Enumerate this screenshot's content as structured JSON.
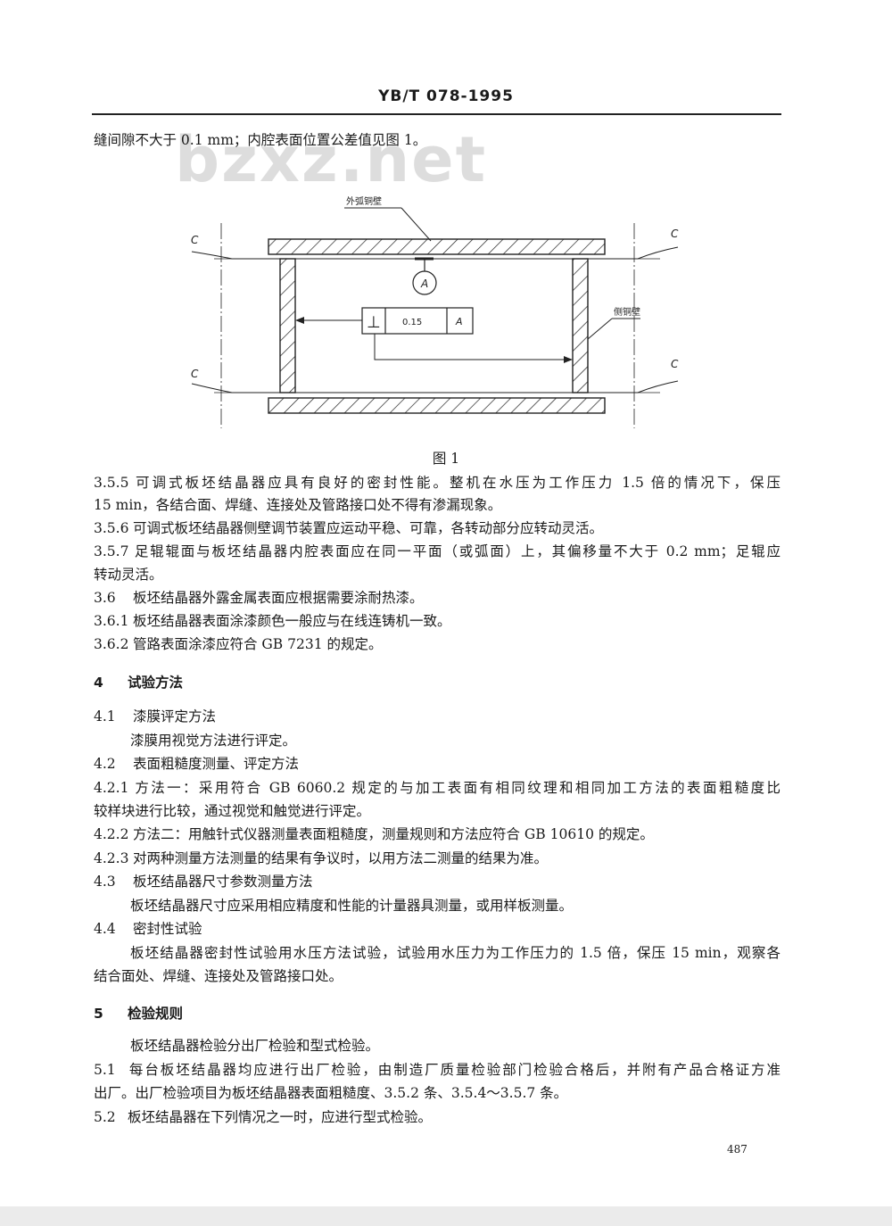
{
  "header": {
    "title": "YB/T 078-1995"
  },
  "watermark": "bzxz.net",
  "intro_line": "缝间隙不大于 0.1 mm；内腔表面位置公差值见图 1。",
  "figure": {
    "label_outer_wall": "外弧铜壁",
    "label_side_wall": "侧铜壁",
    "label_c": "C",
    "datum": "A",
    "perp_symbol": "⊥",
    "tolerance": "0.15",
    "caption": "图 1"
  },
  "paragraphs": [
    {
      "num": "3.5.5",
      "text": "可调式板坯结晶器应具有良好的密封性能。整机在水压为工作压力 1.5 倍的情况下，保压"
    },
    {
      "num": "",
      "text": "15 min，各结合面、焊缝、连接处及管路接口处不得有渗漏现象。"
    },
    {
      "num": "3.5.6",
      "text": "可调式板坯结晶器侧壁调节装置应运动平稳、可靠，各转动部分应转动灵活。"
    },
    {
      "num": "3.5.7",
      "text": "足辊辊面与板坯结晶器内腔表面应在同一平面（或弧面）上，其偏移量不大于 0.2 mm；足辊应"
    },
    {
      "num": "",
      "text": "转动灵活。"
    },
    {
      "num": "3.6",
      "text": "板坯结晶器外露金属表面应根据需要涂耐热漆。"
    },
    {
      "num": "3.6.1",
      "text": "板坯结晶器表面涂漆颜色一般应与在线连铸机一致。"
    },
    {
      "num": "3.6.2",
      "text": "管路表面涂漆应符合 GB 7231 的规定。"
    },
    {
      "num": "4",
      "text": "试验方法"
    },
    {
      "num": "4.1",
      "text": "漆膜评定方法"
    },
    {
      "num": "",
      "text": "漆膜用视觉方法进行评定。"
    },
    {
      "num": "4.2",
      "text": "表面粗糙度测量、评定方法"
    },
    {
      "num": "4.2.1",
      "text": "方法一：采用符合 GB 6060.2 规定的与加工表面有相同纹理和相同加工方法的表面粗糙度比"
    },
    {
      "num": "",
      "text": "较样块进行比较，通过视觉和触觉进行评定。"
    },
    {
      "num": "4.2.2",
      "text": "方法二：用触针式仪器测量表面粗糙度，测量规则和方法应符合 GB 10610 的规定。"
    },
    {
      "num": "4.2.3",
      "text": "对两种测量方法测量的结果有争议时，以用方法二测量的结果为准。"
    },
    {
      "num": "4.3",
      "text": "板坯结晶器尺寸参数测量方法"
    },
    {
      "num": "",
      "text": "板坯结晶器尺寸应采用相应精度和性能的计量器具测量，或用样板测量。"
    },
    {
      "num": "4.4",
      "text": "密封性试验"
    },
    {
      "num": "",
      "text": "板坯结晶器密封性试验用水压方法试验，试验用水压力为工作压力的 1.5 倍，保压 15 min，观察各"
    },
    {
      "num": "",
      "text": "结合面处、焊缝、连接处及管路接口处。"
    },
    {
      "num": "5",
      "text": "检验规则"
    },
    {
      "num": "",
      "text": "板坯结晶器检验分出厂检验和型式检验。"
    },
    {
      "num": "5.1",
      "text": "每台板坯结晶器均应进行出厂检验，由制造厂质量检验部门检验合格后，并附有产品合格证方准"
    },
    {
      "num": "",
      "text": "出厂。出厂检验项目为板坯结晶器表面粗糙度、3.5.2 条、3.5.4～3.5.7 条。"
    },
    {
      "num": "5.2",
      "text": "板坯结晶器在下列情况之一时，应进行型式检验。"
    }
  ],
  "page_number": "487"
}
